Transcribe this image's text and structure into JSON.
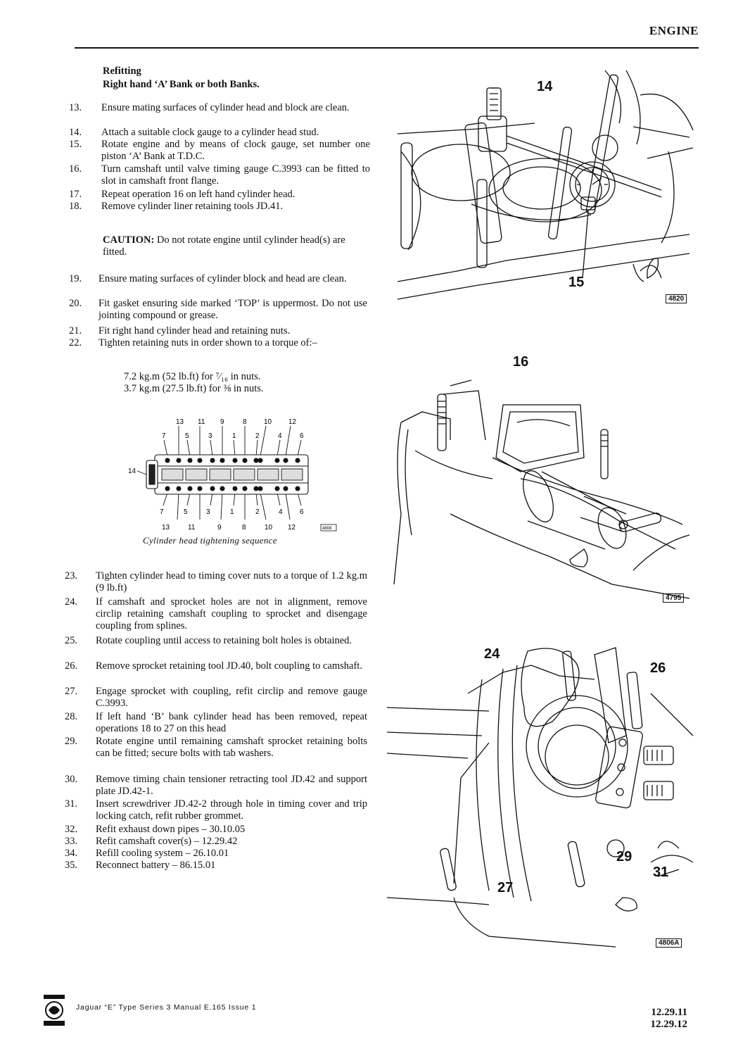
{
  "header": {
    "title": "ENGINE"
  },
  "section": {
    "title": "Refitting",
    "subtitle": "Right hand ‘A’ Bank or both Banks."
  },
  "steps_a": [
    {
      "num": "13.",
      "text": "Ensure mating surfaces of cylinder head and block are clean."
    },
    {
      "num": "14.",
      "text": "Attach a suitable clock gauge to a cylinder head stud."
    },
    {
      "num": "15.",
      "text": "Rotate engine and by means of clock gauge, set number one piston ‘A’ Bank at T.D.C."
    },
    {
      "num": "16.",
      "text": "Turn camshaft until valve timing gauge C.3993 can be fitted to slot in camshaft front flange."
    },
    {
      "num": "17.",
      "text": "Repeat operation 16 on left hand cylinder head."
    },
    {
      "num": "18.",
      "text": "Remove cylinder liner retaining tools JD.41."
    }
  ],
  "caution": {
    "label": "CAUTION:",
    "text": "Do not rotate engine until cylinder head(s) are fitted."
  },
  "steps_b": [
    {
      "num": "19.",
      "text": "Ensure mating surfaces of cylinder block and head are clean."
    },
    {
      "num": "20.",
      "text": "Fit gasket ensuring side marked ‘TOP’ is uppermost. Do not use jointing compound or grease."
    },
    {
      "num": "21.",
      "text": "Fit right hand cylinder head and retaining nuts."
    },
    {
      "num": "22.",
      "text": "Tighten retaining nuts in order shown to a torque of:–"
    }
  ],
  "torque": [
    "7.2 kg.m (52 lb.ft) for ⁷⁄₁₆ in nuts.",
    "3.7 kg.m (27.5 lb.ft) for ⅜ in nuts."
  ],
  "sequence_figure": {
    "top_row_upper": [
      "13",
      "11",
      "9",
      "8",
      "10",
      "12"
    ],
    "top_row_lower": [
      "7",
      "5",
      "3",
      "1",
      "2",
      "4",
      "6"
    ],
    "bottom_row_upper": [
      "7",
      "5",
      "3",
      "1",
      "2",
      "4",
      "6"
    ],
    "bottom_row_lower": [
      "13",
      "11",
      "9",
      "8",
      "10",
      "12"
    ],
    "side_label": "14",
    "ref": "4808",
    "caption": "Cylinder head tightening sequence"
  },
  "steps_c": [
    {
      "num": "23.",
      "text": "Tighten cylinder head to timing cover nuts to a torque of 1.2 kg.m (9 lb.ft)"
    },
    {
      "num": "24.",
      "text": "If camshaft and sprocket holes are not in alignment, remove circlip retaining camshaft coupling to sprocket and disengage coupling from splines."
    },
    {
      "num": "25.",
      "text": "Rotate coupling until access to retaining bolt holes is obtained."
    },
    {
      "num": "26.",
      "text": "Remove sprocket retaining tool JD.40, bolt coupling to camshaft."
    },
    {
      "num": "27.",
      "text": "Engage sprocket with coupling, refit circlip and remove gauge C.3993."
    },
    {
      "num": "28.",
      "text": "If left hand ‘B’ bank cylinder head has been removed, repeat operations 18 to 27 on this head"
    },
    {
      "num": "29.",
      "text": "Rotate engine until remaining camshaft sprocket retaining bolts can be fitted; secure bolts with tab washers."
    },
    {
      "num": "30.",
      "text": "Remove timing chain tensioner retracting tool JD.42 and support plate JD.42-1."
    },
    {
      "num": "31.",
      "text": "Insert screwdriver JD.42-2 through hole in timing cover and trip locking catch, refit rubber grommet."
    },
    {
      "num": "32.",
      "text": "Refit exhaust down pipes – 30.10.05"
    },
    {
      "num": "33.",
      "text": "Refit camshaft cover(s) – 12.29.42"
    },
    {
      "num": "34.",
      "text": "Refill cooling system – 26.10.01"
    },
    {
      "num": "35.",
      "text": "Reconnect battery – 86.15.01"
    }
  ],
  "fig1": {
    "labels": [
      "14",
      "15"
    ],
    "ref": "4820"
  },
  "fig2": {
    "labels": [
      "16"
    ],
    "ref": "4795"
  },
  "fig3": {
    "labels": [
      "24",
      "26",
      "29",
      "31",
      "27"
    ],
    "ref": "4806A"
  },
  "footer": {
    "text": "Jaguar “E” Type Series 3 Manual E.165 Issue 1",
    "page_numbers": [
      "12.29.11",
      "12.29.12"
    ]
  }
}
